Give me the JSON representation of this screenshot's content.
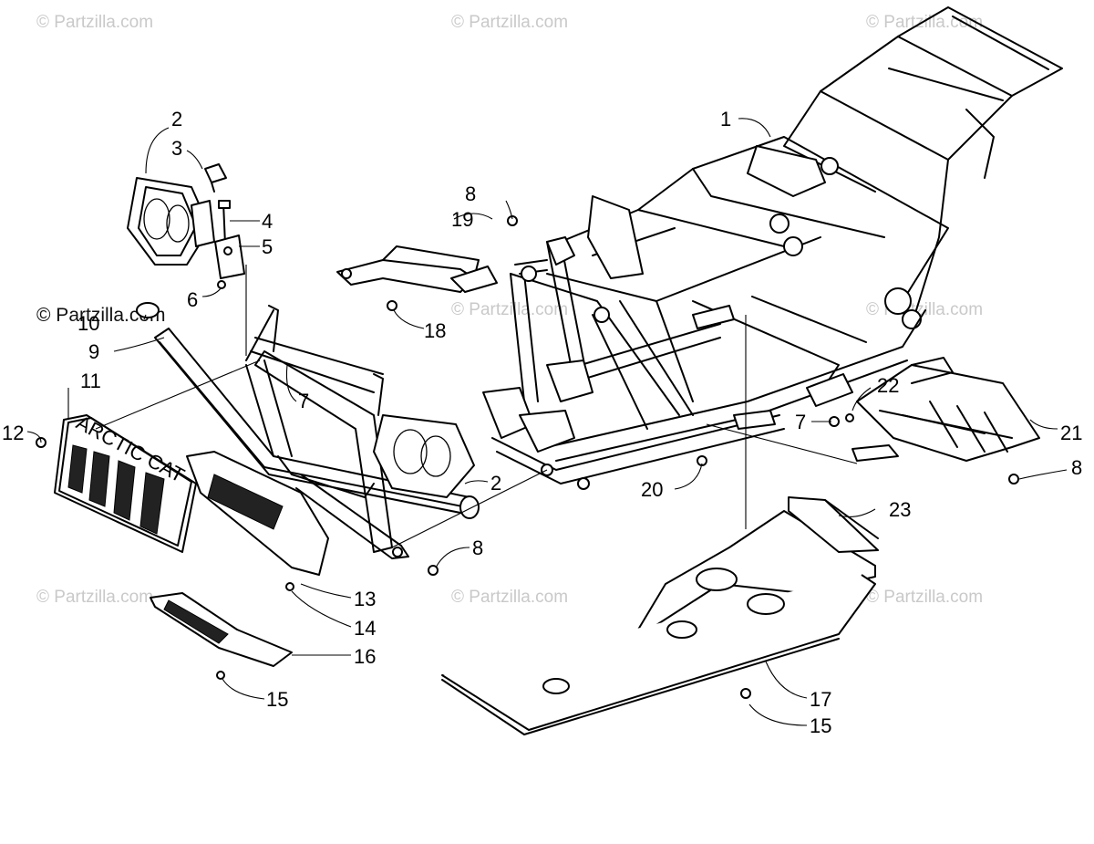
{
  "watermarks": {
    "primary": "© Partzilla.com",
    "faint": "© Partzilla.com"
  },
  "brand_text": "ARCTIC CAT",
  "callouts": {
    "c1": "1",
    "c2a": "2",
    "c2b": "2",
    "c3": "3",
    "c4": "4",
    "c5": "5",
    "c6": "6",
    "c7a": "7",
    "c7b": "7",
    "c8a": "8",
    "c8b": "8",
    "c8c": "8",
    "c9": "9",
    "c10": "10",
    "c11": "11",
    "c12": "12",
    "c13": "13",
    "c14": "14",
    "c15a": "15",
    "c15b": "15",
    "c16": "16",
    "c17": "17",
    "c18": "18",
    "c19": "19",
    "c20": "20",
    "c21": "21",
    "c22": "22",
    "c23": "23"
  }
}
